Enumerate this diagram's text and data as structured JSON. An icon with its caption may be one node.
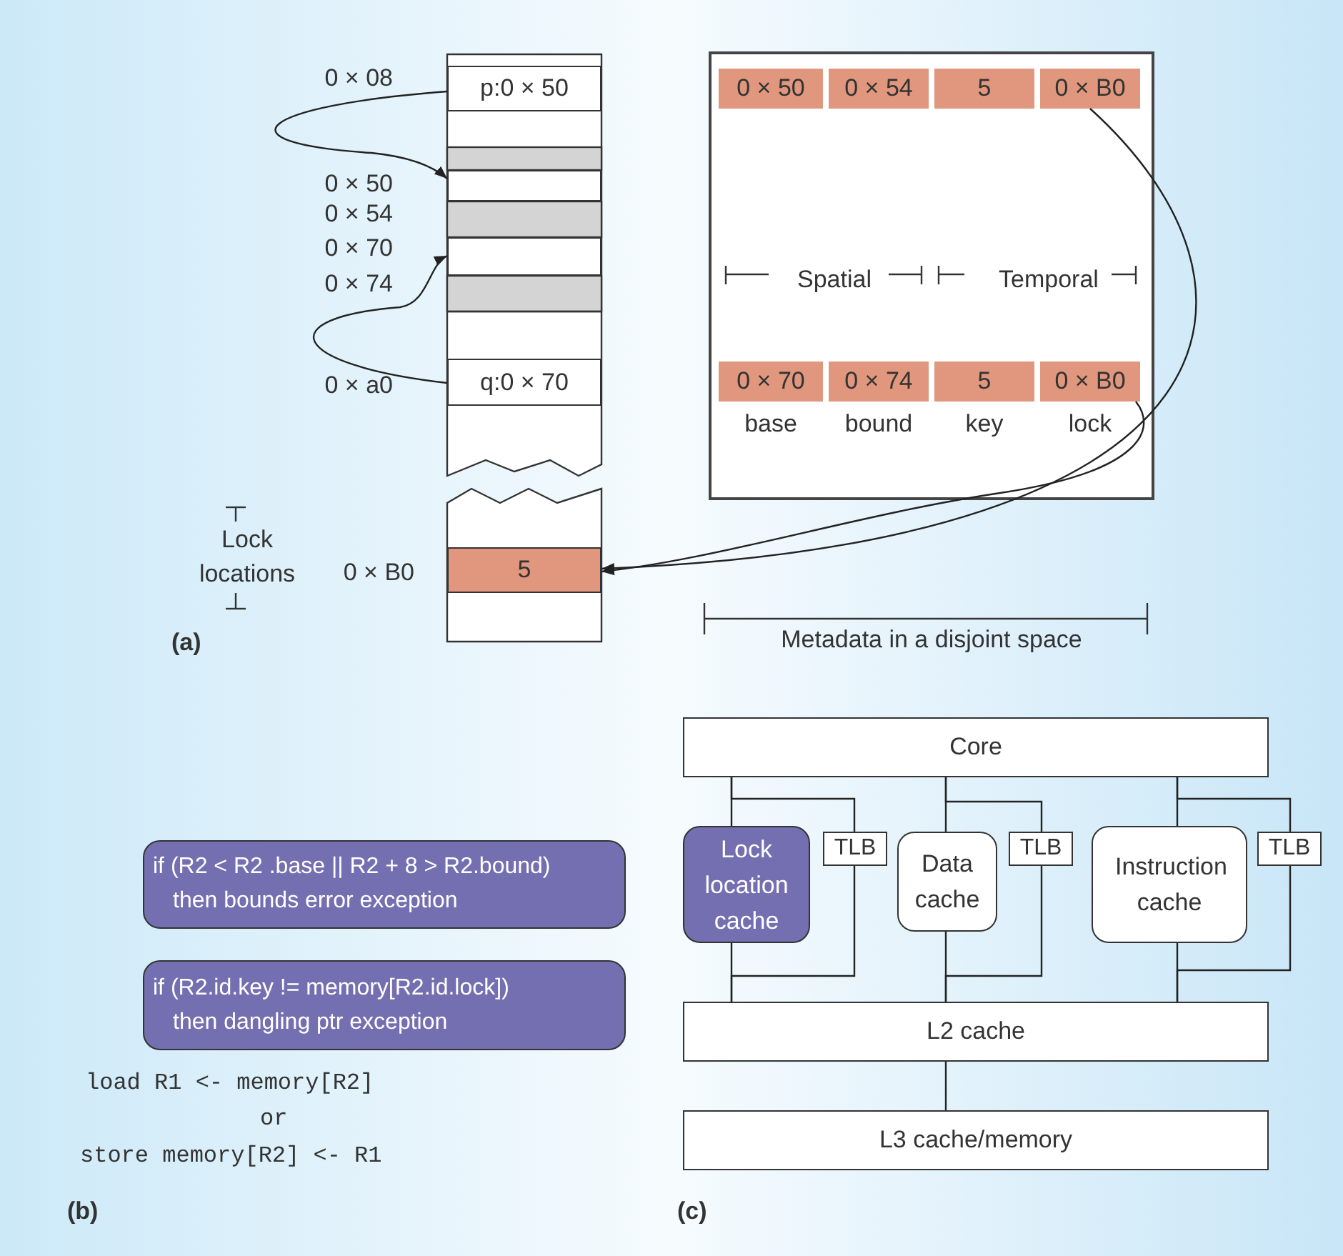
{
  "diagram": {
    "nodes": [
      {
        "text": [
          "p:0 × 50"
        ],
        "beside": [
          "0 × 08"
        ]
      },
      {
        "text": [],
        "shape": "box",
        "beside": [
          "0 × 50"
        ]
      },
      {
        "text": [],
        "shape": "box",
        "beside": [
          "0 × 70"
        ]
      },
      {
        "text": [
          "q:0 × 70"
        ],
        "beside": [
          "0 × a0"
        ]
      },
      {
        "text": [
          "5"
        ],
        "beside": [
          "0 × B0"
        ]
      },
      {
        "text": [
          "Spatial",
          "Temporal"
        ]
      },
      {
        "text": [
          "0 × 50"
        ],
        "in": 5
      },
      {
        "text": [
          "0 × 54"
        ],
        "in": 5
      },
      {
        "text": [
          "5"
        ],
        "in": 5
      },
      {
        "text": [
          "0 × B0"
        ],
        "in": 5
      },
      {
        "text": [
          "0 × 70"
        ],
        "in": 5,
        "beside": [
          "base"
        ]
      },
      {
        "text": [
          "0 × 74"
        ],
        "in": 5,
        "beside": [
          "bound"
        ]
      },
      {
        "text": [
          "5"
        ],
        "in": 5,
        "beside": [
          "key"
        ]
      },
      {
        "text": [
          "0 × B0"
        ],
        "in": 5,
        "beside": [
          "lock"
        ]
      },
      {
        "text": [
          "if (R2 < R2 .base || R2 + 8 > R2.bound)",
          "then bounds error exception"
        ]
      },
      {
        "text": [
          "if (R2.id.key != memory[R2.id.lock])",
          "then dangling ptr exception"
        ]
      },
      {
        "text": [
          "Core"
        ]
      },
      {
        "text": [
          "Lock location cache"
        ]
      },
      {
        "text": [
          "TLB"
        ]
      },
      {
        "text": [
          "Data cache"
        ]
      },
      {
        "text": [
          "TLB"
        ]
      },
      {
        "text": [
          "Instruction cache"
        ]
      },
      {
        "text": [
          "TLB"
        ]
      },
      {
        "text": [
          "L2 cache"
        ]
      },
      {
        "text": [
          "L3 cache/memory"
        ]
      }
    ],
    "edges": [
      {
        "from": 0,
        "to": 1,
        "arrow": "to"
      },
      {
        "from": 3,
        "to": 2,
        "arrow": "to"
      },
      {
        "from": 9,
        "to": 4,
        "arrow": "to"
      },
      {
        "from": 13,
        "to": 4,
        "arrow": "to"
      },
      {
        "from": 16,
        "to": 17,
        "arrow": "none"
      },
      {
        "from": 16,
        "to": 18,
        "arrow": "none"
      },
      {
        "from": 18,
        "to": 23,
        "arrow": "none"
      },
      {
        "from": 17,
        "to": 23,
        "arrow": "none"
      },
      {
        "from": 16,
        "to": 19,
        "arrow": "none"
      },
      {
        "from": 16,
        "to": 20,
        "arrow": "none"
      },
      {
        "from": 20,
        "to": 23,
        "arrow": "none"
      },
      {
        "from": 19,
        "to": 23,
        "arrow": "none"
      },
      {
        "from": 16,
        "to": 21,
        "arrow": "none"
      },
      {
        "from": 16,
        "to": 22,
        "arrow": "none"
      },
      {
        "from": 22,
        "to": 23,
        "arrow": "none"
      },
      {
        "from": 21,
        "to": 23,
        "arrow": "none"
      },
      {
        "from": 23,
        "to": 24,
        "arrow": "none"
      }
    ],
    "labels": [
      "0 × 54",
      "0 × 74",
      "Lock locations",
      "(a)",
      "Metadata in a disjoint space",
      "load R1 <- memory[R2]",
      "or",
      "store memory[R2] <- R1",
      "(b)",
      "(c)"
    ]
  }
}
